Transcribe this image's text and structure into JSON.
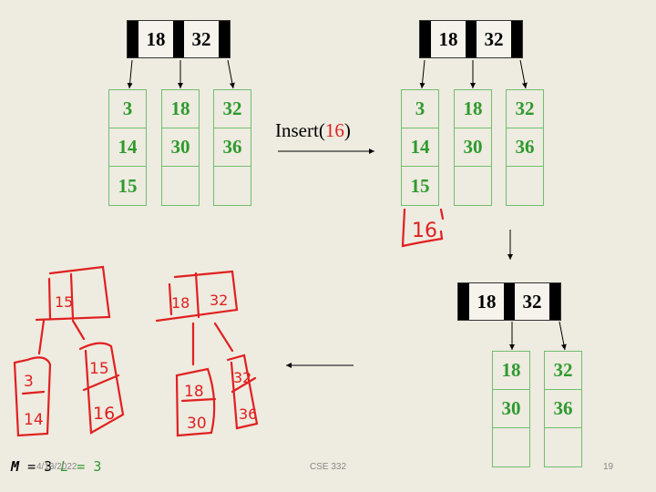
{
  "slide": {
    "operation": {
      "prefix": "Insert(",
      "value": "16",
      "suffix": ")"
    },
    "tree_before": {
      "internal_keys": [
        "18",
        "32"
      ],
      "leaves": [
        [
          "3",
          "14",
          "15"
        ],
        [
          "18",
          "30",
          ""
        ],
        [
          "32",
          "36",
          ""
        ]
      ]
    },
    "tree_after_insert": {
      "internal_keys": [
        "18",
        "32"
      ],
      "leaves": [
        [
          "3",
          "14",
          "15"
        ],
        [
          "18",
          "30",
          ""
        ],
        [
          "32",
          "36",
          ""
        ]
      ],
      "overflow_handwritten": "16"
    },
    "tree_right_subtree": {
      "internal_keys": [
        "18",
        "32"
      ],
      "leaves": [
        [
          "18",
          "30",
          ""
        ],
        [
          "32",
          "36",
          ""
        ]
      ]
    },
    "handwritten_annotations": {
      "left_internal": "15",
      "left_leaves": [
        [
          "3",
          "14"
        ],
        [
          "15",
          "16"
        ]
      ],
      "right_internal": [
        "18",
        "32"
      ],
      "right_leaves": [
        [
          "18",
          "30"
        ],
        [
          "32",
          "36"
        ]
      ]
    },
    "params": {
      "m_label": "M",
      "m_value": "3",
      "l_label": "L",
      "l_value": "3",
      "eq": "="
    },
    "footer": {
      "date": "4/13/2022",
      "course": "CSE 332",
      "page": "19"
    },
    "colors": {
      "leaf_green": "#2e9a2e",
      "ink_red": "#e02020",
      "background": "#eeebe0"
    }
  }
}
